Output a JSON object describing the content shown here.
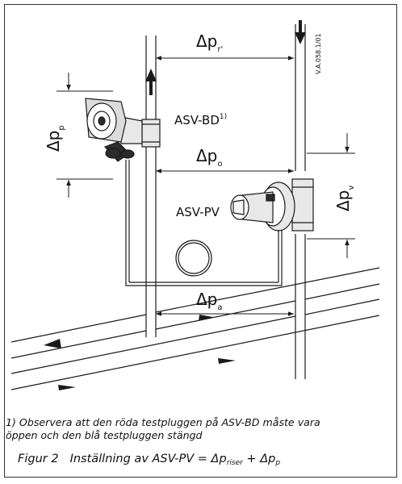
{
  "diagram": {
    "ref_code": "V.A.058.1/01",
    "delta": "Δp",
    "labels": {
      "dp_riser_sub": "r'",
      "dp_p_sub": "p",
      "dp_o_sub": "o",
      "dp_v_sub": "v",
      "dp_a_sub": "a",
      "valve_bd": "ASV-BD",
      "valve_bd_sup": "1)",
      "valve_pv": "ASV-PV"
    }
  },
  "footnote": {
    "line1": "1) Observera att den röda testpluggen på ASV-BD måste vara",
    "line2": "öppen och den blå testpluggen stängd"
  },
  "caption": {
    "number": "Figur 2",
    "text": "Inställning av ASV-PV = Δp",
    "sub1": "riser",
    "plus": " + Δp",
    "sub2": "p"
  },
  "colors": {
    "line": "#1a1a1a",
    "fill_light": "#e8e8e8",
    "fill_dark": "#2b2b2b"
  }
}
